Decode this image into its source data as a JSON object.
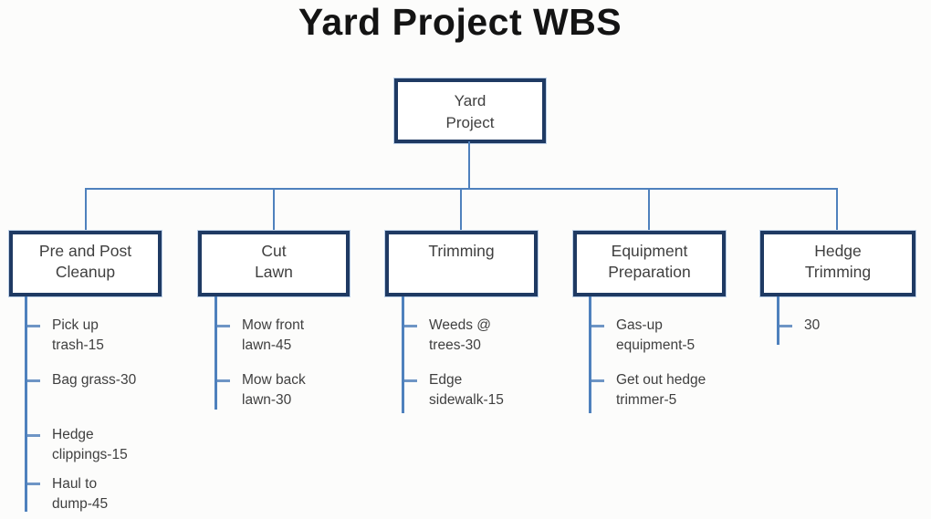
{
  "title": "Yard Project WBS",
  "colors": {
    "connector": "#4f81bd",
    "tick": "#6e95c5",
    "box_border": "#1f3a63",
    "box_halo": "#bcd0e8",
    "box_fill": "#ffffff",
    "box_text": "#3f3f3f",
    "leaf_text": "#3f3f3f",
    "title_text": "#141414",
    "background": "#fcfcfb"
  },
  "root": {
    "label": "Yard\nProject"
  },
  "branches": [
    {
      "label": "Pre and Post\nCleanup",
      "items": [
        "Pick up\ntrash-15",
        "Bag grass-30",
        "Hedge\nclippings-15",
        "Haul to\ndump-45"
      ]
    },
    {
      "label": "Cut\nLawn",
      "items": [
        "Mow front\nlawn-45",
        "Mow back\nlawn-30"
      ]
    },
    {
      "label": "Trimming",
      "items": [
        "Weeds @\ntrees-30",
        "Edge\nsidewalk-15"
      ]
    },
    {
      "label": "Equipment\nPreparation",
      "items": [
        "Gas-up\nequipment-5",
        "Get out hedge\ntrimmer-5"
      ]
    },
    {
      "label": "Hedge\nTrimming",
      "items": [
        "30"
      ]
    }
  ]
}
